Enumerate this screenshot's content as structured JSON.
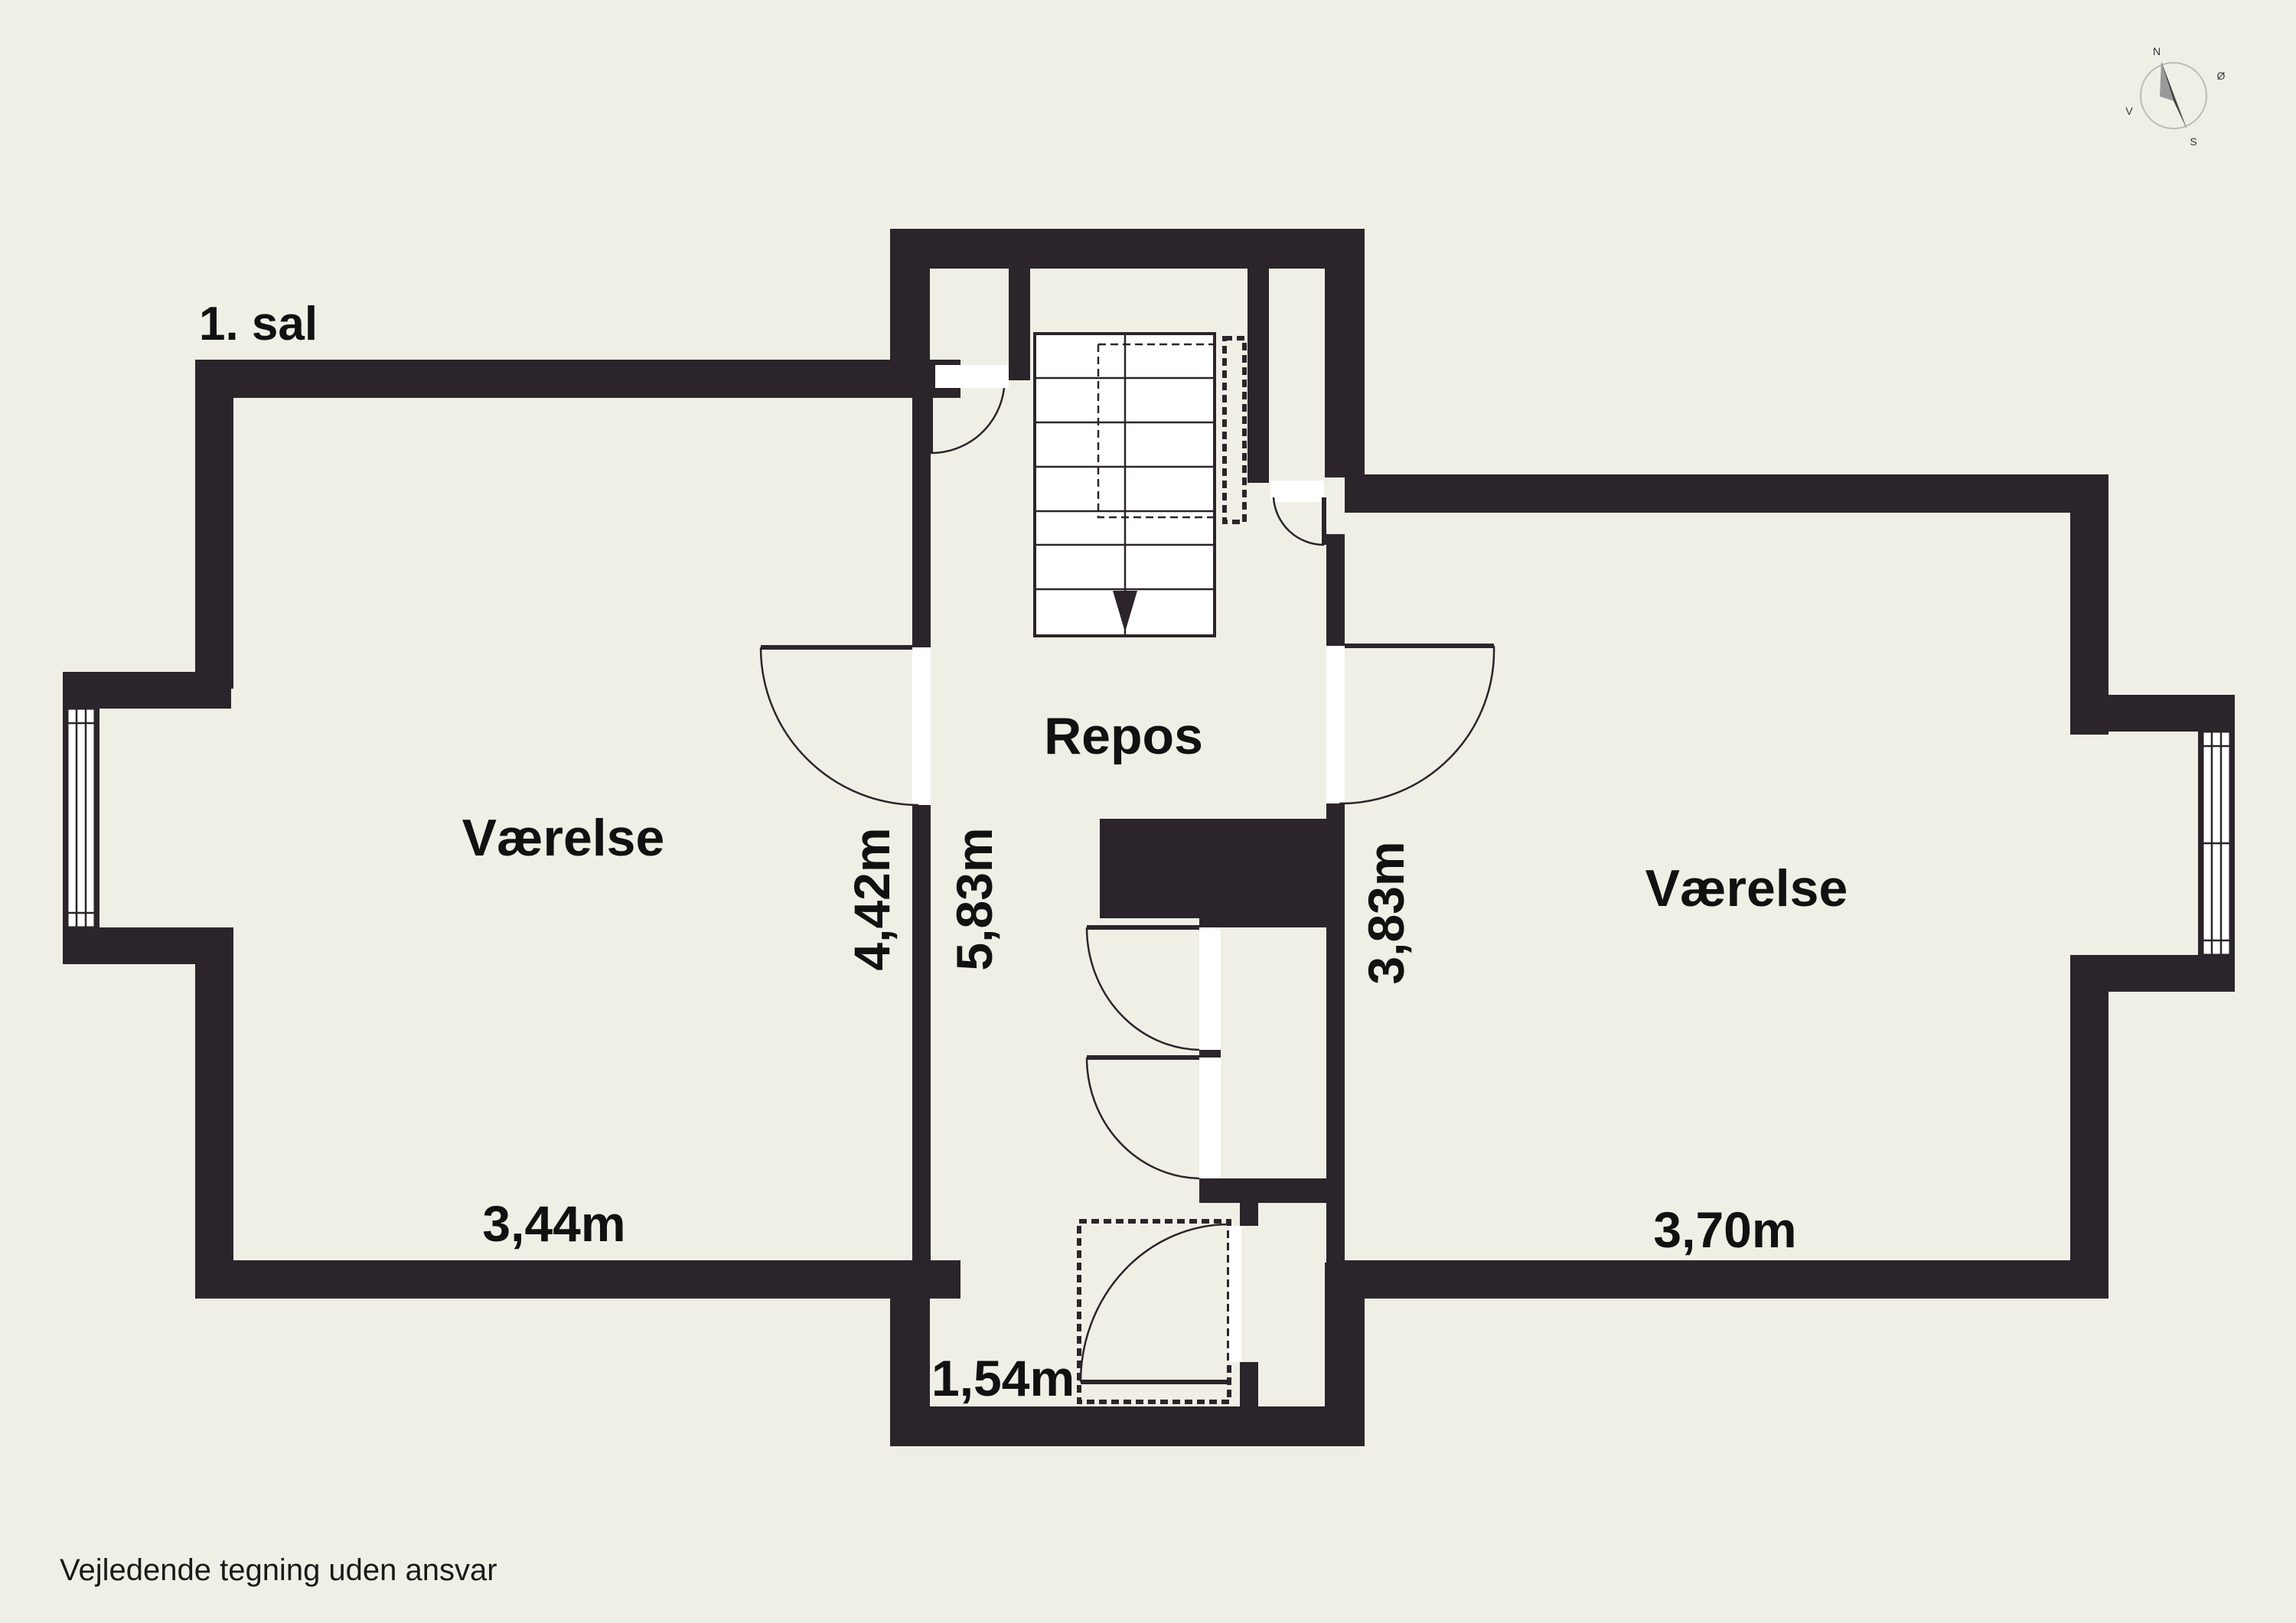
{
  "floor_label": "1. sal",
  "rooms": {
    "left": "Værelse",
    "center": "Repos",
    "right": "Værelse"
  },
  "dimensions": {
    "left_width": "3,44m",
    "left_height": "4,42m",
    "center_height": "5,83m",
    "right_height": "3,83m",
    "right_width": "3,70m",
    "bottom_small": "1,54m"
  },
  "compass": {
    "n": "N",
    "e": "Ø",
    "s": "S",
    "w": "V"
  },
  "disclaimer": "Vejledende tegning uden ansvar",
  "colors": {
    "background": "#f0efe6",
    "wall": "#2b252b",
    "text": "#111111"
  }
}
